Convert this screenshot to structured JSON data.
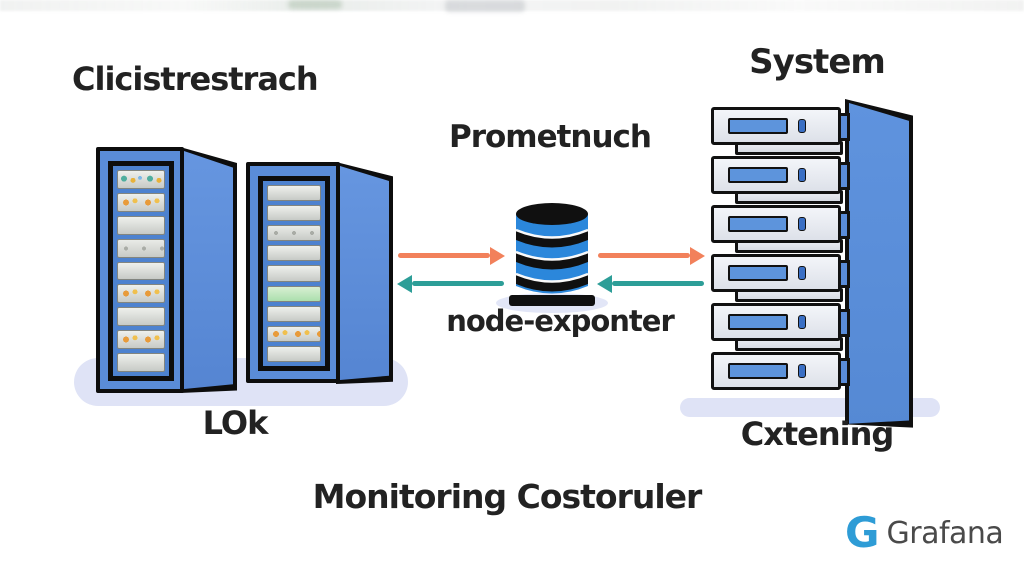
{
  "diagram": {
    "left": {
      "title": "Clicistrestrach",
      "caption": "LOk"
    },
    "center": {
      "title": "Prometnuch",
      "caption": "node-exponter"
    },
    "right": {
      "title": "System",
      "caption": "Cxtening"
    },
    "bottom_title": "Monitoring Costoruler",
    "brand": {
      "icon_letter": "G",
      "name": "Grafana"
    },
    "arrows": [
      {
        "name": "racks-to-database-arrow",
        "direction": "right",
        "color": "#f2815b"
      },
      {
        "name": "database-to-racks-arrow",
        "direction": "left",
        "color": "#2d9e98"
      },
      {
        "name": "database-to-system-arrow",
        "direction": "right",
        "color": "#f2815b"
      },
      {
        "name": "system-to-database-arrow",
        "direction": "left",
        "color": "#2d9e98"
      }
    ],
    "racks": {
      "left_rack_slats": [
        "multi",
        "warm",
        "plain",
        "faint",
        "plain",
        "warm",
        "plain",
        "warm",
        "plain"
      ],
      "right_rack_slats": [
        "plain",
        "plain",
        "faint",
        "plain",
        "plain",
        "green",
        "plain",
        "warm",
        "plain"
      ],
      "server_units": 6
    },
    "colors": {
      "rack_blue": "#5a8cd8",
      "rack_side_blue": "#6696e0",
      "outline": "#0d0d0d",
      "database_blue": "#2b87db",
      "arrow_orange": "#f2815b",
      "arrow_teal": "#2d9e98",
      "shadow_lavender": "#dfe3f6",
      "grafana_blue": "#2e9cd6",
      "grafana_text": "#4a4a4a",
      "text_dark": "#222222"
    }
  }
}
